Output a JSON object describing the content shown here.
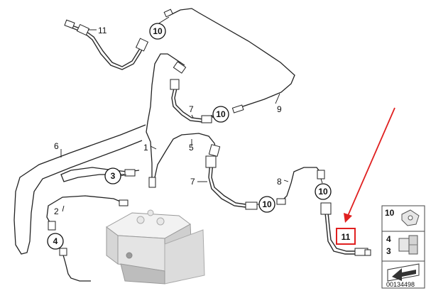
{
  "callouts": {
    "c11_top": "11",
    "c10_top": "10",
    "c7_upper": "7",
    "c10_mid": "10",
    "c9": "9",
    "c6": "6",
    "c1": "1",
    "c5": "5",
    "c3": "3",
    "c7_lower": "7",
    "c8": "8",
    "c10_right": "10",
    "c10_low": "10",
    "c2": "2",
    "c4": "4",
    "c11_highlight": "11"
  },
  "legend": {
    "item_10": "10",
    "item_4": "4",
    "item_3": "3"
  },
  "part_number": "00134498",
  "colors": {
    "highlight_box": "#e02020",
    "annotation_arrow": "#e02020"
  }
}
